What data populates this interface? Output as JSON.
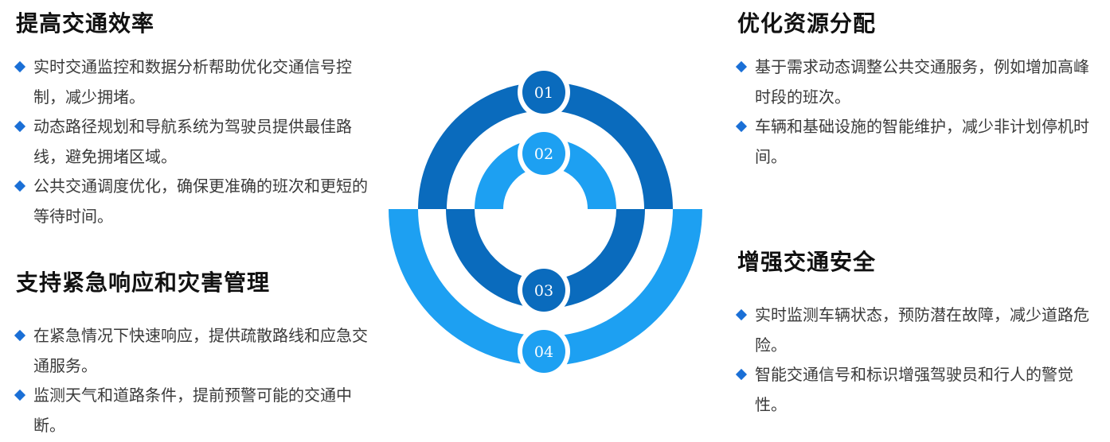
{
  "colors": {
    "dark_blue": "#0a6bbd",
    "light_blue": "#1da0f2",
    "bullet": "#1a6fd6"
  },
  "icons": {
    "bullet": "diamond-icon"
  },
  "center_labels": [
    "01",
    "02",
    "03",
    "04"
  ],
  "sections": {
    "top_left": {
      "title": "提高交通效率",
      "items": [
        "实时交通监控和数据分析帮助优化交通信号控制，减少拥堵。",
        "动态路径规划和导航系统为驾驶员提供最佳路线，避免拥堵区域。",
        "公共交通调度优化，确保更准确的班次和更短的等待时间。"
      ]
    },
    "bottom_left": {
      "title": "支持紧急响应和灾害管理",
      "items": [
        "在紧急情况下快速响应，提供疏散路线和应急交通服务。",
        "监测天气和道路条件，提前预警可能的交通中断。"
      ]
    },
    "top_right": {
      "title": "优化资源分配",
      "items": [
        "基于需求动态调整公共交通服务，例如增加高峰时段的班次。",
        "车辆和基础设施的智能维护，减少非计划停机时间。"
      ]
    },
    "bottom_right": {
      "title": "增强交通安全",
      "items": [
        "实时监测车辆状态，预防潜在故障，减少道路危险。",
        "智能交通信号和标识增强驾驶员和行人的警觉性。"
      ]
    }
  }
}
